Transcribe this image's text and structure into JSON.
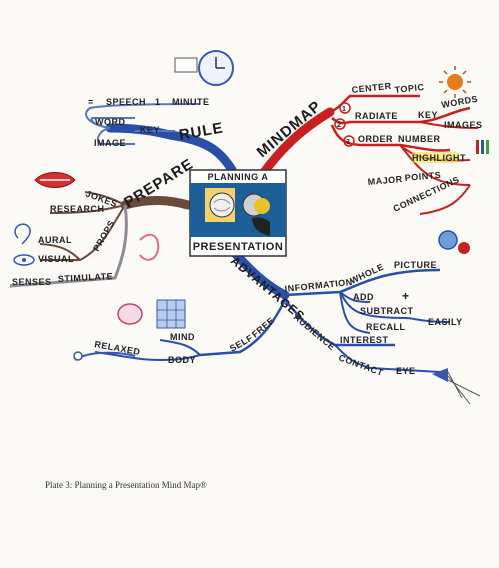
{
  "center": {
    "top": "PLANNING A",
    "bottom": "PRESENTATION"
  },
  "branches": {
    "rule": {
      "label": "RULE",
      "speech_line": [
        "=",
        "SPEECH",
        "1",
        "MINUTE"
      ],
      "word": "WORD",
      "image": "IMAGE",
      "key": "KEY"
    },
    "mindmap": {
      "label": "MINDMAP",
      "center": "CENTER",
      "topic": "TOPIC",
      "radiate": "RADIATE",
      "key": "KEY",
      "words": "WORDS",
      "images": "IMAGES",
      "order": "ORDER",
      "number": "NUMBER",
      "highlight": "HIGHLIGHT",
      "major": "MAJOR",
      "points": "POINTS",
      "connections": "CONNECTIONS",
      "n1": "1",
      "n2": "2",
      "n3": "3"
    },
    "prepare": {
      "label": "PREPARE",
      "jokes": "JOKES",
      "research": "RESEARCH",
      "props": "PROPS",
      "aural": "AURAL",
      "visual": "VISUAL",
      "senses": "SENSES",
      "stimulate": "STIMULATE"
    },
    "advantages": {
      "label": "ADVANTAGES",
      "information": "INFORMATION",
      "whole": "WHOLE",
      "picture": "PICTURE",
      "add": "ADD",
      "subtract": "SUBTRACT",
      "recall": "RECALL",
      "easily": "EASILY",
      "audience": "AUDIENCE",
      "interest": "INTEREST",
      "contact": "CONTACT",
      "eye": "EYE",
      "self": "SELF",
      "free": "FREE",
      "mind": "MIND",
      "body": "BODY",
      "relaxed": "RELAXED"
    }
  },
  "caption": "Plate 3: Planning a Presentation Mind Map®",
  "colors": {
    "blue": "#2a4fa8",
    "red": "#c8201e",
    "brown": "#6b4a3a",
    "gray": "#8e8c94",
    "center_box": "#1f5f98"
  }
}
